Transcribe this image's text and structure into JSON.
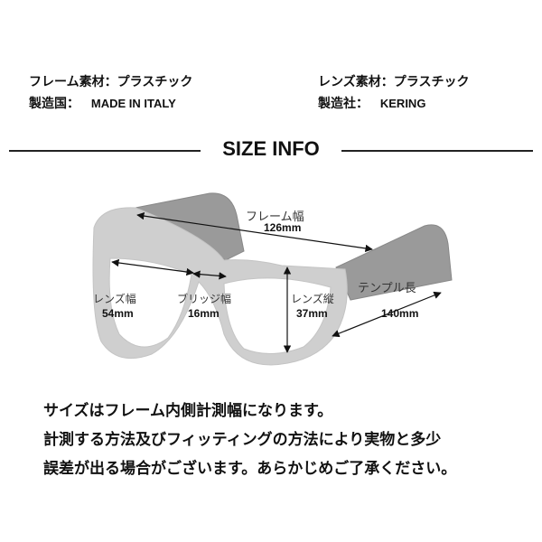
{
  "specs": {
    "frame_material_label": "フレーム素材：",
    "frame_material_value": "プラスチック",
    "lens_material_label": "レンズ素材：",
    "lens_material_value": "プラスチック",
    "origin_label": "製造国：",
    "origin_value": "MADE IN  ITALY",
    "maker_label": "製造社：",
    "maker_value": "KERING"
  },
  "section_title": "SIZE INFO",
  "dimensions": {
    "frame_width": {
      "label": "フレーム幅",
      "value": "126mm"
    },
    "lens_width": {
      "label": "レンズ幅",
      "value": "54mm"
    },
    "bridge_width": {
      "label": "ブリッジ幅",
      "value": "16mm"
    },
    "lens_height": {
      "label": "レンズ縦",
      "value": "37mm"
    },
    "temple_length": {
      "label": "テンプル長",
      "value": "140mm"
    }
  },
  "notes": [
    "サイズはフレーム内側計測幅になります。",
    "計測する方法及びフィッティングの方法により実物と多少",
    "誤差が出る場合がございます。あらかじめご了承ください。"
  ],
  "colors": {
    "frame_gray": "#cfcfcf",
    "temple_gray": "#9a9a9a",
    "text": "#111111"
  }
}
